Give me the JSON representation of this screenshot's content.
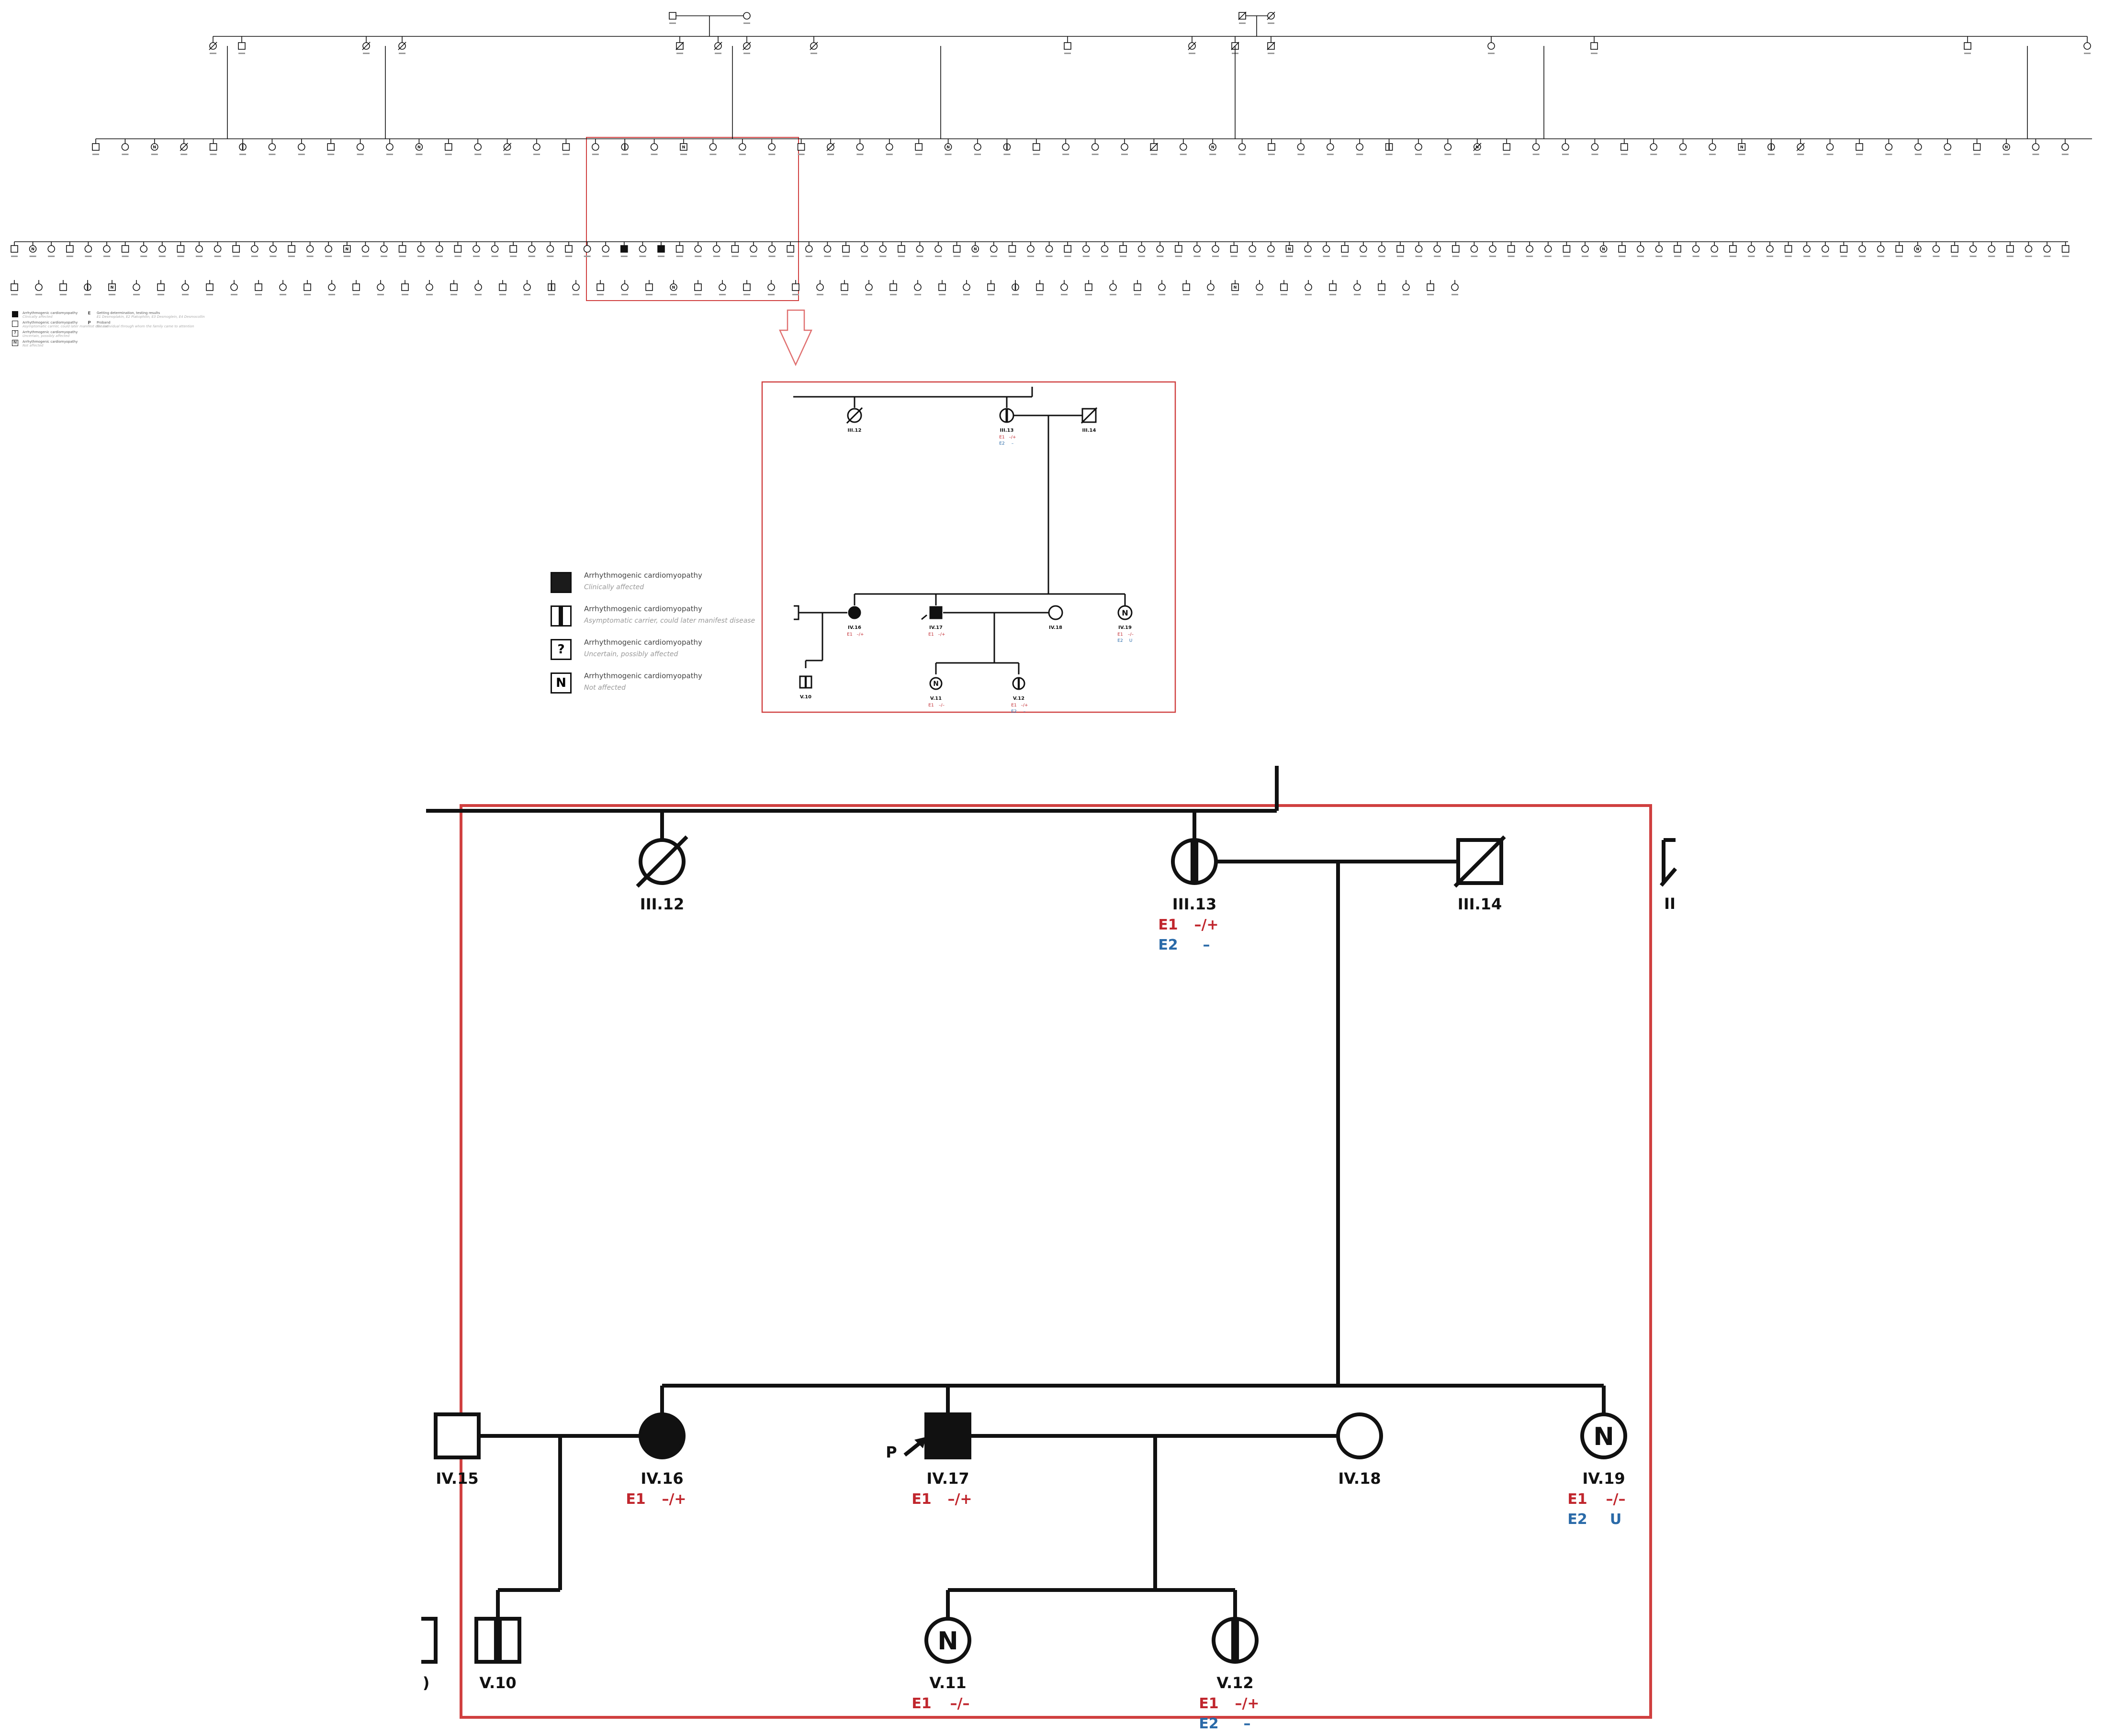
{
  "colors": {
    "ink": "#111111",
    "frame": "#d04040",
    "e1": "#c0262d",
    "e2": "#2a6aa8",
    "arrow": "#e07070"
  },
  "legend": [
    {
      "symbol": "filled-square",
      "title": "Arrhythmogenic cardiomyopathy",
      "desc": "Clinically affected"
    },
    {
      "symbol": "carrier-square",
      "title": "Arrhythmogenic cardiomyopathy",
      "desc": "Asymptomatic carrier, could later manifest disease"
    },
    {
      "symbol": "question-square",
      "mark": "?",
      "title": "Arrhythmogenic cardiomyopathy",
      "desc": "Uncertain, possibly affected"
    },
    {
      "symbol": "n-square",
      "mark": "N",
      "title": "Arrhythmogenic cardiomyopathy",
      "desc": "Not affected"
    }
  ],
  "overview_legend_right": [
    {
      "mark": "E",
      "title": "Getting determination, testing results",
      "desc": "E1 Desmoplakin, E2 Plakophilin, E3 Desmoglein, E4 Desmocollin"
    },
    {
      "mark": "P",
      "title": "Proband",
      "desc": "the individual through whom the family came to attention"
    }
  ],
  "pedigree": {
    "proband_marker": "P",
    "individuals": [
      {
        "id": "III.12",
        "label": "III.12",
        "sex": "female",
        "deceased": true,
        "status": "unaffected"
      },
      {
        "id": "III.13",
        "label": "III.13",
        "sex": "female",
        "deceased": false,
        "status": "carrier",
        "tests": [
          {
            "gene": "E1",
            "result": "–/+",
            "color": "e1"
          },
          {
            "gene": "E2",
            "result": "–",
            "color": "e2"
          }
        ]
      },
      {
        "id": "III.14",
        "label": "III.14",
        "sex": "male",
        "deceased": true,
        "status": "unaffected"
      },
      {
        "id": "IV.15",
        "label": "IV.15",
        "sex": "male",
        "deceased": false,
        "status": "unaffected"
      },
      {
        "id": "IV.16",
        "label": "IV.16",
        "sex": "female",
        "deceased": false,
        "status": "affected",
        "tests": [
          {
            "gene": "E1",
            "result": "–/+",
            "color": "e1"
          }
        ]
      },
      {
        "id": "IV.17",
        "label": "IV.17",
        "sex": "male",
        "deceased": false,
        "status": "affected",
        "proband": true,
        "tests": [
          {
            "gene": "E1",
            "result": "–/+",
            "color": "e1"
          }
        ]
      },
      {
        "id": "IV.18",
        "label": "IV.18",
        "sex": "female",
        "deceased": false,
        "status": "unaffected"
      },
      {
        "id": "IV.19",
        "label": "IV.19",
        "sex": "female",
        "deceased": false,
        "status": "not-affected",
        "mark": "N",
        "tests": [
          {
            "gene": "E1",
            "result": "–/–",
            "color": "e1"
          },
          {
            "gene": "E2",
            "result": "U",
            "color": "e2"
          }
        ]
      },
      {
        "id": "V.10",
        "label": "V.10",
        "sex": "male",
        "deceased": false,
        "status": "carrier"
      },
      {
        "id": "V.11",
        "label": "V.11",
        "sex": "female",
        "deceased": false,
        "status": "not-affected",
        "mark": "N",
        "tests": [
          {
            "gene": "E1",
            "result": "–/–",
            "color": "e1"
          }
        ]
      },
      {
        "id": "V.12",
        "label": "V.12",
        "sex": "female",
        "deceased": false,
        "status": "carrier",
        "tests": [
          {
            "gene": "E1",
            "result": "–/+",
            "color": "e1"
          },
          {
            "gene": "E2",
            "result": "–",
            "color": "e2"
          }
        ]
      }
    ],
    "partial_labels": {
      "left_cut_v9": ")",
      "right_cut_iii15": "II"
    }
  }
}
